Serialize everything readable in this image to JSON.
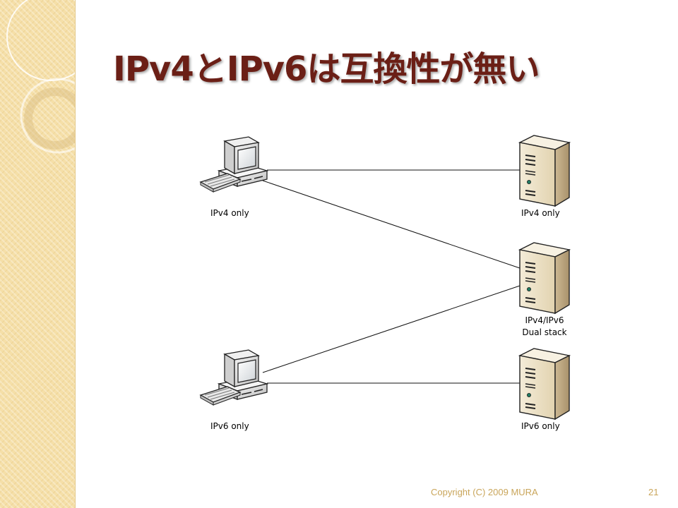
{
  "slide": {
    "title": "IPv4とIPv6は互換性が無い",
    "footer": "Copyright (C) 2009 MURA",
    "page_number": "21"
  },
  "nodes": {
    "client_ipv4": {
      "label": "IPv4 only",
      "icon": "desktop-computer-icon"
    },
    "client_ipv6": {
      "label": "IPv6 only",
      "icon": "desktop-computer-icon"
    },
    "server_ipv4": {
      "label": "IPv4 only",
      "icon": "tower-server-icon"
    },
    "server_dual": {
      "label_line1": "IPv4/IPv6",
      "label_line2": "Dual stack",
      "icon": "tower-server-icon"
    },
    "server_ipv6": {
      "label": "IPv6 only",
      "icon": "tower-server-icon"
    }
  },
  "connections": [
    {
      "from": "client_ipv4",
      "to": "server_ipv4"
    },
    {
      "from": "client_ipv4",
      "to": "server_dual"
    },
    {
      "from": "client_ipv6",
      "to": "server_dual"
    },
    {
      "from": "client_ipv6",
      "to": "server_ipv6"
    }
  ],
  "colors": {
    "title": "#6b1f16",
    "sidebar": "#f5dfa8",
    "footer_text": "#c9a55a"
  }
}
